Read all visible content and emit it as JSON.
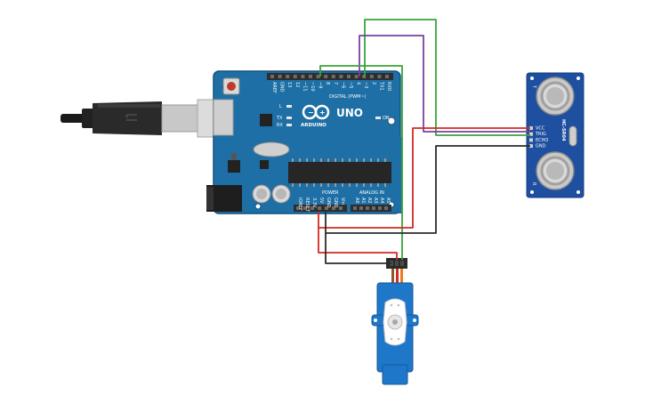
{
  "arduino": {
    "board_name": "UNO",
    "brand": "ARDUINO",
    "digital_header_label": "DIGITAL (PWM~)",
    "power_header_label": "POWER",
    "analog_header_label": "ANALOG IN",
    "led_on_label": "ON",
    "led_l_label": "L",
    "led_tx_label": "TX",
    "led_rx_label": "RX",
    "digital_pins": [
      "AREF",
      "GND",
      "13",
      "12",
      "~11",
      "~10",
      "~9",
      "8",
      "7",
      "~6",
      "~5",
      "4",
      "~3",
      "2",
      "TX1",
      "RX0"
    ],
    "power_pins": [
      "IOREF",
      "RESET",
      "3.3V",
      "5V",
      "GND",
      "GND",
      "Vin"
    ],
    "analog_pins": [
      "A0",
      "A1",
      "A2",
      "A3",
      "A4",
      "A5"
    ]
  },
  "sensor": {
    "model": "HC-SR04",
    "pins": [
      "VCC",
      "TRIG",
      "ECHO",
      "GND"
    ],
    "transducer_left": "T",
    "transducer_right": "R"
  },
  "wires": {
    "colors": {
      "power": "#d42a22",
      "ground": "#2b2b2b",
      "signal_green": "#3aa43a",
      "signal_purple": "#7b3fa0"
    }
  },
  "colors": {
    "board": "#1d6fa5",
    "board_dark": "#14527d",
    "header": "#2e2e2e",
    "servo": "#1f77c9"
  }
}
